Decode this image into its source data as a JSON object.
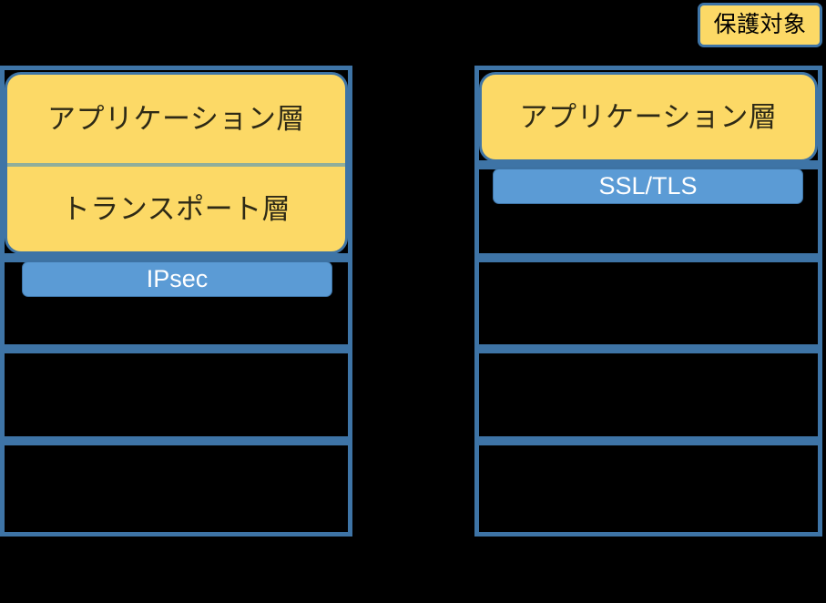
{
  "diagram": {
    "title_badge": {
      "label": "保護対象"
    },
    "colors": {
      "background": "#000000",
      "border_blue": "#3E74A6",
      "protected_yellow": "#FCD966",
      "protocol_blue": "#5B9BD5",
      "protocol_text": "#FFFFFF",
      "layer_text": "#2E2A16",
      "inner_divider": "#8FAE9B"
    },
    "stacks": [
      {
        "id": "ipsec-stack",
        "name": "left-protocol-stack",
        "protected_layers": [
          "アプリケーション層",
          "トランスポート層"
        ],
        "protocol": "IPsec",
        "rows": [
          {
            "label": "アプリケーション層",
            "protected": true
          },
          {
            "label": "トランスポート層",
            "protected": true
          },
          {
            "label": "",
            "protected": false
          },
          {
            "label": "",
            "protected": false
          },
          {
            "label": "",
            "protected": false
          }
        ]
      },
      {
        "id": "ssltls-stack",
        "name": "right-protocol-stack",
        "protected_layers": [
          "アプリケーション層"
        ],
        "protocol": "SSL/TLS",
        "rows": [
          {
            "label": "アプリケーション層",
            "protected": true
          },
          {
            "label": "",
            "protected": false
          },
          {
            "label": "",
            "protected": false
          },
          {
            "label": "",
            "protected": false
          },
          {
            "label": "",
            "protected": false
          }
        ]
      }
    ]
  }
}
